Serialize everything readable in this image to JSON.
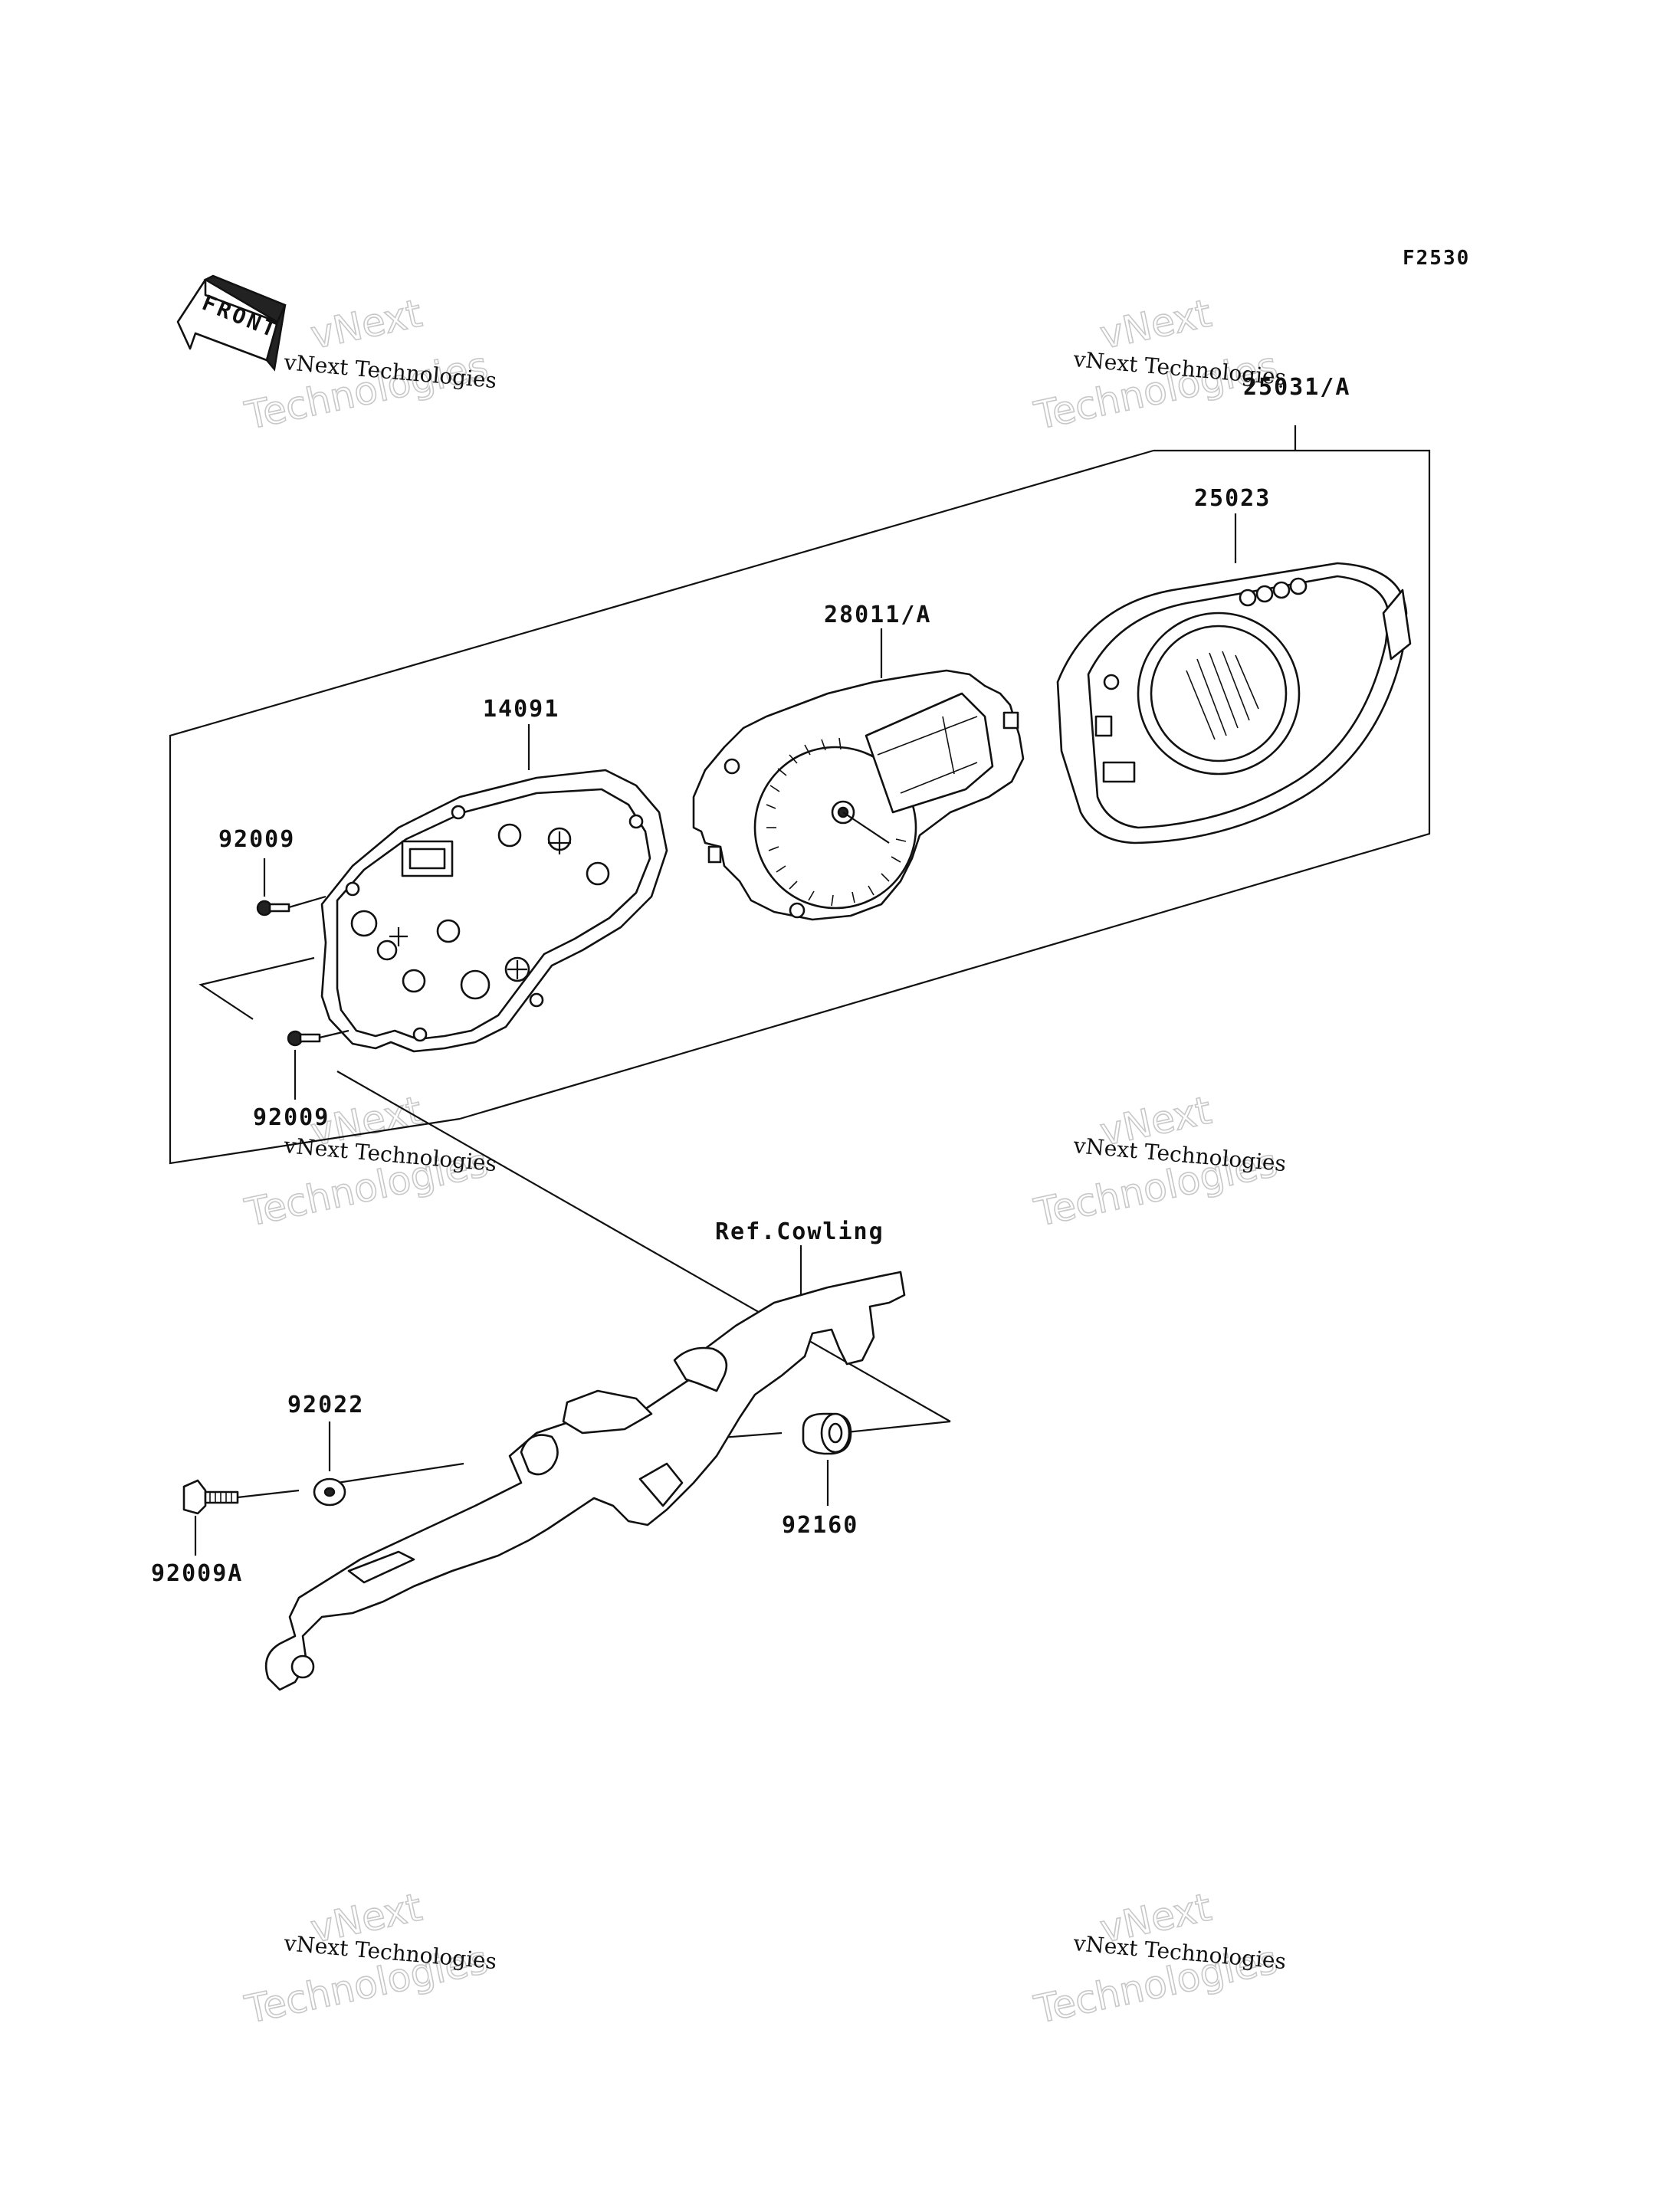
{
  "figure_code": "F2530",
  "front_label": "FRONT",
  "callouts": {
    "meter_assy": "25031/A",
    "case_cover": "25023",
    "meter_unit": "28011/A",
    "case_lower": "14091",
    "screw_upper": "92009",
    "screw_lower": "92009",
    "ref_cowling": "Ref.Cowling",
    "washer": "92022",
    "grommet": "92160",
    "bolt": "92009A"
  },
  "watermark": {
    "line1": "vNext Technologies",
    "line2": "vNext",
    "line3": "Technologies"
  }
}
